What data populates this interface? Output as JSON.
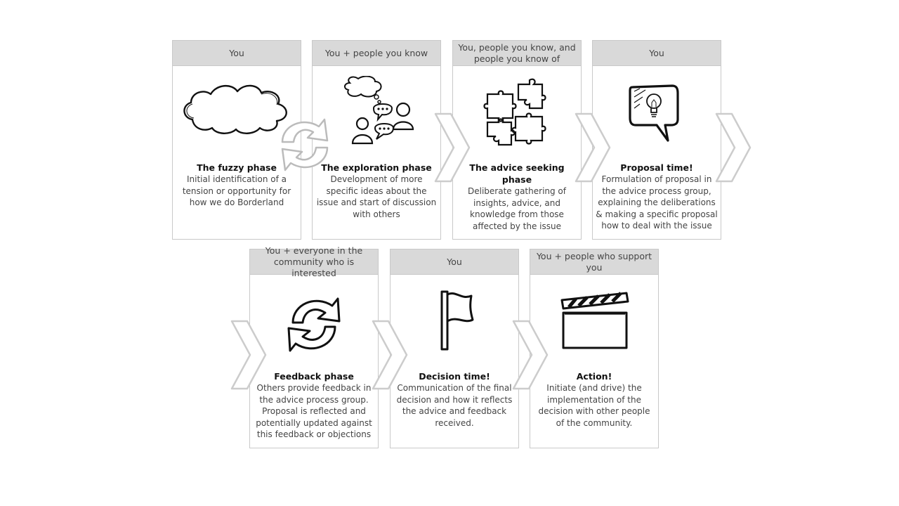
{
  "phases": [
    {
      "actor": "You",
      "title": "The fuzzy phase",
      "description": "Initial identification of a tension or opportunity for how we do Borderland",
      "icon": "cloud-icon"
    },
    {
      "actor": "You + people you know",
      "title": "The exploration phase",
      "description": "Development of more specific ideas about the issue and start of discussion with others",
      "icon": "discussion-people-icon"
    },
    {
      "actor": "You, people you know, and people you know of",
      "title": "The advice seeking phase",
      "description": "Deliberate gathering of insights, advice, and knowledge from those affected by the issue",
      "icon": "puzzle-pieces-icon"
    },
    {
      "actor": "You",
      "title": "Proposal time!",
      "description": "Formulation of proposal in the advice process group, explaining the deliberations & making a specific proposal how to deal with the issue",
      "icon": "lightbulb-speech-bubble-icon"
    },
    {
      "actor": "You + everyone in the community who is interested",
      "title": "Feedback phase",
      "description": "Others provide feedback in the advice process group. Proposal is reflected and potentially updated against this feedback or objections",
      "icon": "refresh-arrows-icon"
    },
    {
      "actor": "You",
      "title": "Decision time!",
      "description": "Communication of the final decision and how it reflects the advice and feedback received.",
      "icon": "flag-icon"
    },
    {
      "actor": "You + people who support you",
      "title": "Action!",
      "description": "Initiate (and drive) the implementation of the decision with other people of the community.",
      "icon": "clapperboard-icon"
    }
  ]
}
